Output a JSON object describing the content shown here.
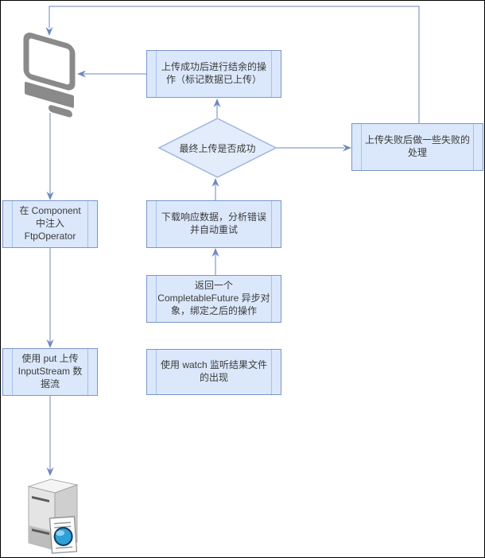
{
  "diagram": {
    "title": "FTP upload flow diagram",
    "nodes": [
      {
        "id": "success",
        "type": "subprocess",
        "label": "上传成功后进行结余的操作（标记数据已上传）"
      },
      {
        "id": "decision",
        "type": "decision",
        "label": "最终上传是否成功"
      },
      {
        "id": "fail",
        "type": "subprocess",
        "label": "上传失败后做一些失败的处理"
      },
      {
        "id": "inject",
        "type": "subprocess",
        "label": "在 Component 中注入 FtpOperator"
      },
      {
        "id": "download",
        "type": "subprocess",
        "label": "下载响应数据，分析错误并自动重试"
      },
      {
        "id": "future",
        "type": "subprocess",
        "label": "返回一个 CompletableFuture 异步对象，绑定之后的操作"
      },
      {
        "id": "put",
        "type": "subprocess",
        "label": "使用 put 上传 InputStream 数据流"
      },
      {
        "id": "watch",
        "type": "subprocess",
        "label": "使用 watch 监听结果文件的出现"
      }
    ],
    "icons": [
      {
        "id": "computer",
        "name": "workstation-monitor-icon"
      },
      {
        "id": "server",
        "name": "web-server-icon"
      }
    ],
    "edges": [
      {
        "from": "fail",
        "to": "computer",
        "route": "up-over-top-left-down"
      },
      {
        "from": "success",
        "to": "computer",
        "route": "left"
      },
      {
        "from": "decision",
        "to": "success",
        "route": "up"
      },
      {
        "from": "decision",
        "to": "fail",
        "route": "right"
      },
      {
        "from": "download",
        "to": "decision",
        "route": "up"
      },
      {
        "from": "future",
        "to": "download",
        "route": "up"
      },
      {
        "from": "computer",
        "to": "inject",
        "route": "down"
      },
      {
        "from": "inject",
        "to": "put",
        "route": "down"
      },
      {
        "from": "put",
        "to": "server",
        "route": "down"
      }
    ],
    "colors": {
      "node_fill": "#dbe8fb",
      "node_border": "#7b95c9",
      "inner_bar": "#a9c0e6",
      "edge": "#6d87bf",
      "text": "#3b3b3b",
      "icon_gray": "#8a8a8a",
      "background": "#ffffff"
    }
  }
}
